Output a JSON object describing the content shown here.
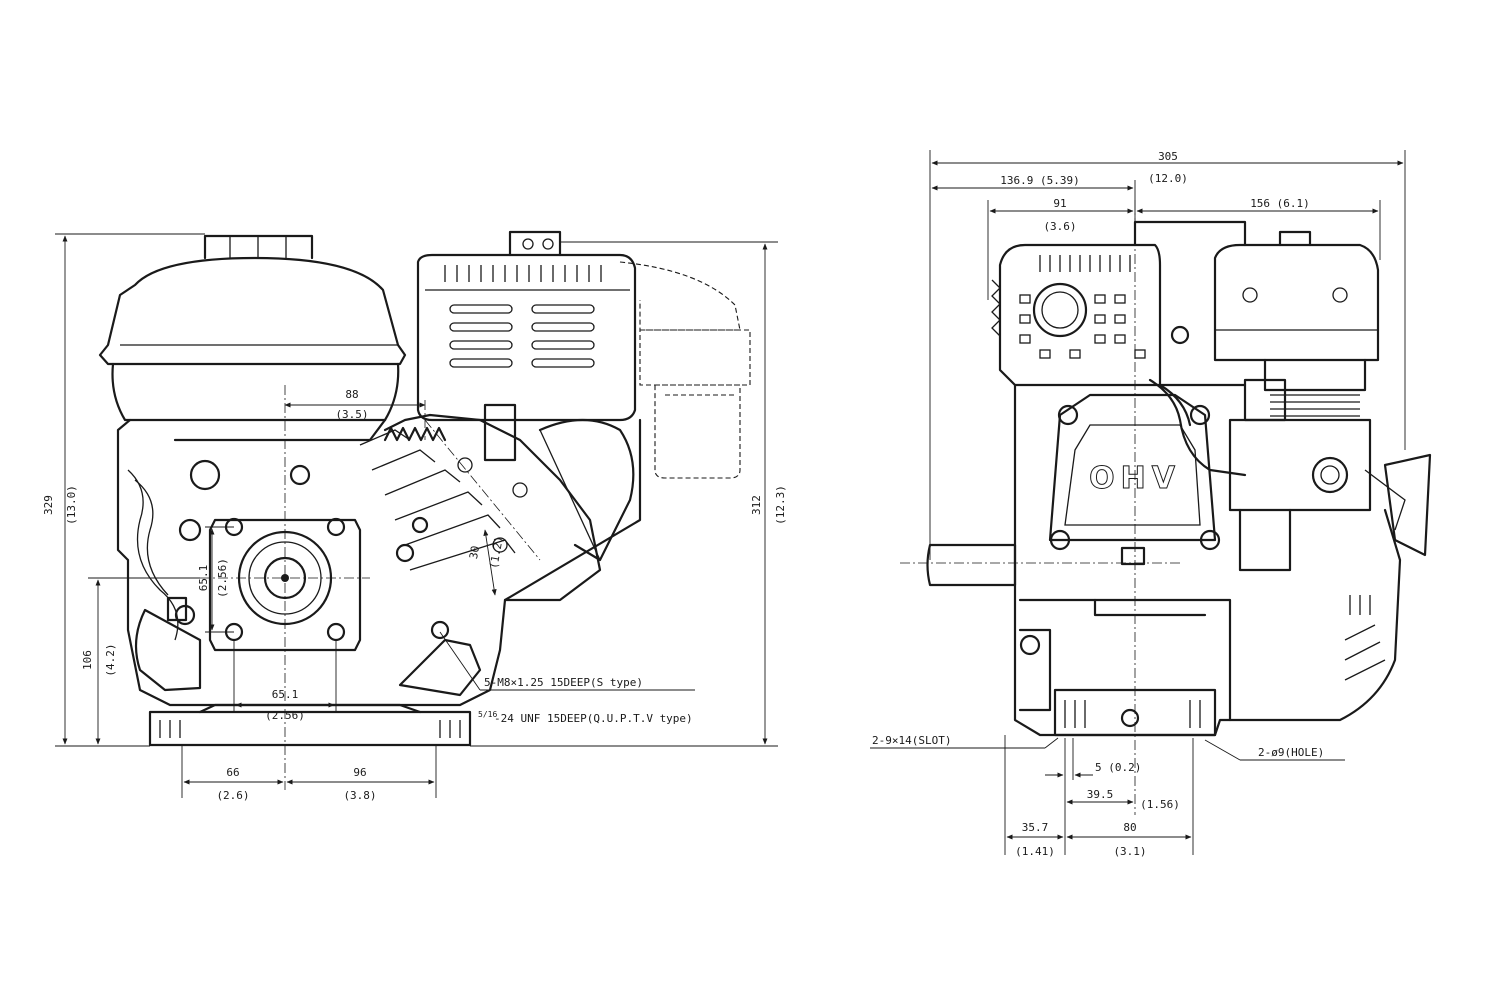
{
  "colors": {
    "ink": "#1a1a1a",
    "paper": "#ffffff"
  },
  "side_view": {
    "dims": {
      "d88": "88",
      "d88_in": "(3.5)",
      "d329": "329",
      "d329_in": "(13.0)",
      "d312": "312",
      "d312_in": "(12.3)",
      "d106": "106",
      "d106_in": "(4.2)",
      "d65v": "65.1",
      "d65v_in": "(2.56)",
      "d65h": "65.1",
      "d65h_in": "(2.56)",
      "d30": "30",
      "d30_in": "(1.2)",
      "d66": "66",
      "d66_in": "(2.6)",
      "d96": "96",
      "d96_in": "(3.8)"
    },
    "notes": {
      "bolt_s": "5-M8×1.25 15DEEP(S type)",
      "bolt_unf_frac": "5/16",
      "bolt_unf": "-24 UNF 15DEEP(Q.U.P.T.V type)"
    }
  },
  "front_view": {
    "valve_cover_text": "OHV",
    "dims": {
      "d305": "305",
      "d305_in": "(12.0)",
      "d1369": "136.9 (5.39)",
      "d91": "91",
      "d91_in": "(3.6)",
      "d156": "156 (6.1)",
      "d5": "5 (0.2)",
      "d395": "39.5",
      "d395_in": "(1.56)",
      "d357": "35.7",
      "d357_in": "(1.41)",
      "d80": "80",
      "d80_in": "(3.1)"
    },
    "notes": {
      "slot": "2-9×14(SLOT)",
      "hole": "2-ø9(HOLE)"
    }
  }
}
